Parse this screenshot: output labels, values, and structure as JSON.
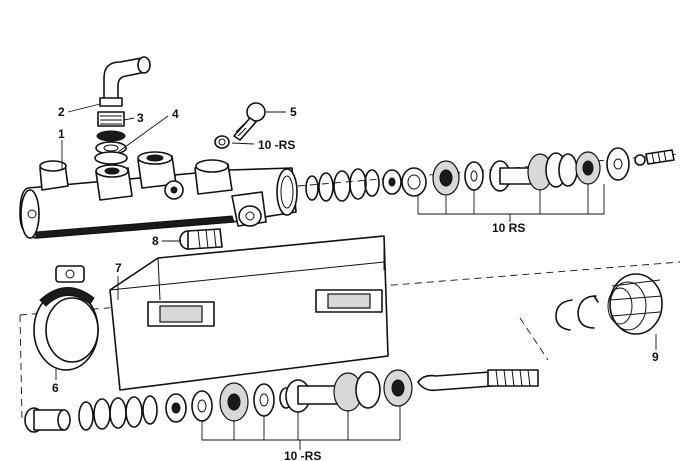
{
  "diagram": {
    "labels": {
      "p1": "1",
      "p2": "2",
      "p3": "3",
      "p4": "4",
      "p5": "5",
      "p6": "6",
      "p7": "7",
      "p8": "8",
      "p9": "9",
      "rs_single": "10 -RS",
      "rs_upper": "10  RS",
      "rs_lower": "10 -RS"
    }
  }
}
